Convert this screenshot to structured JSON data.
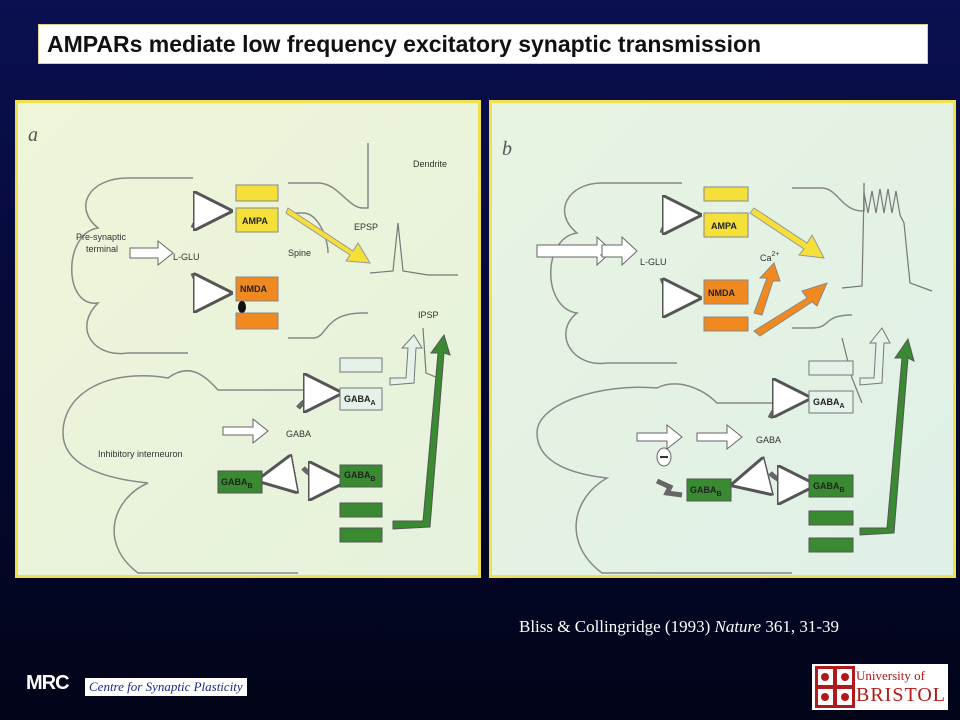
{
  "title": "AMPARs mediate low frequency excitatory synaptic transmission",
  "panel_a": {
    "letter": "a",
    "labels": {
      "dendrite": "Dendrite",
      "presynaptic": [
        "Pre-synaptic",
        "terminal"
      ],
      "lglu": "L-GLU",
      "ampa": "AMPA",
      "spine": "Spine",
      "epsp": "EPSP",
      "nmda": "NMDA",
      "ipsp": "IPSP",
      "interneuron": "Inhibitory interneuron",
      "gaba": "GABA",
      "gaba_a": "GABA",
      "gaba_a_sub": "A",
      "gaba_b": "GABA",
      "gaba_b_sub": "B",
      "gaba_b_left": "GABA",
      "gaba_b_left_sub": "B"
    }
  },
  "panel_b": {
    "letter": "b",
    "labels": {
      "lglu": "L-GLU",
      "ampa": "AMPA",
      "nmda": "NMDA",
      "ca": "Ca",
      "ca_sup": "2+",
      "gaba": "GABA",
      "gaba_a": "GABA",
      "gaba_a_sub": "A",
      "gaba_b": "GABA",
      "gaba_b_sub": "B",
      "gaba_b_left": "GABA",
      "gaba_b_left_sub": "B"
    }
  },
  "citation": {
    "authors": "Bliss & Collingridge (1993) ",
    "journal": "Nature",
    "ref": " 361, 31-39"
  },
  "footer": {
    "mrc": "MRC",
    "centre": "Centre for Synaptic Plasticity",
    "university_line1": "University of",
    "university_line2": "BRISTOL"
  },
  "colors": {
    "yellow": "#f5e03a",
    "orange": "#f08a20",
    "green": "#3a8a32",
    "pale": "#e4f2ea"
  }
}
